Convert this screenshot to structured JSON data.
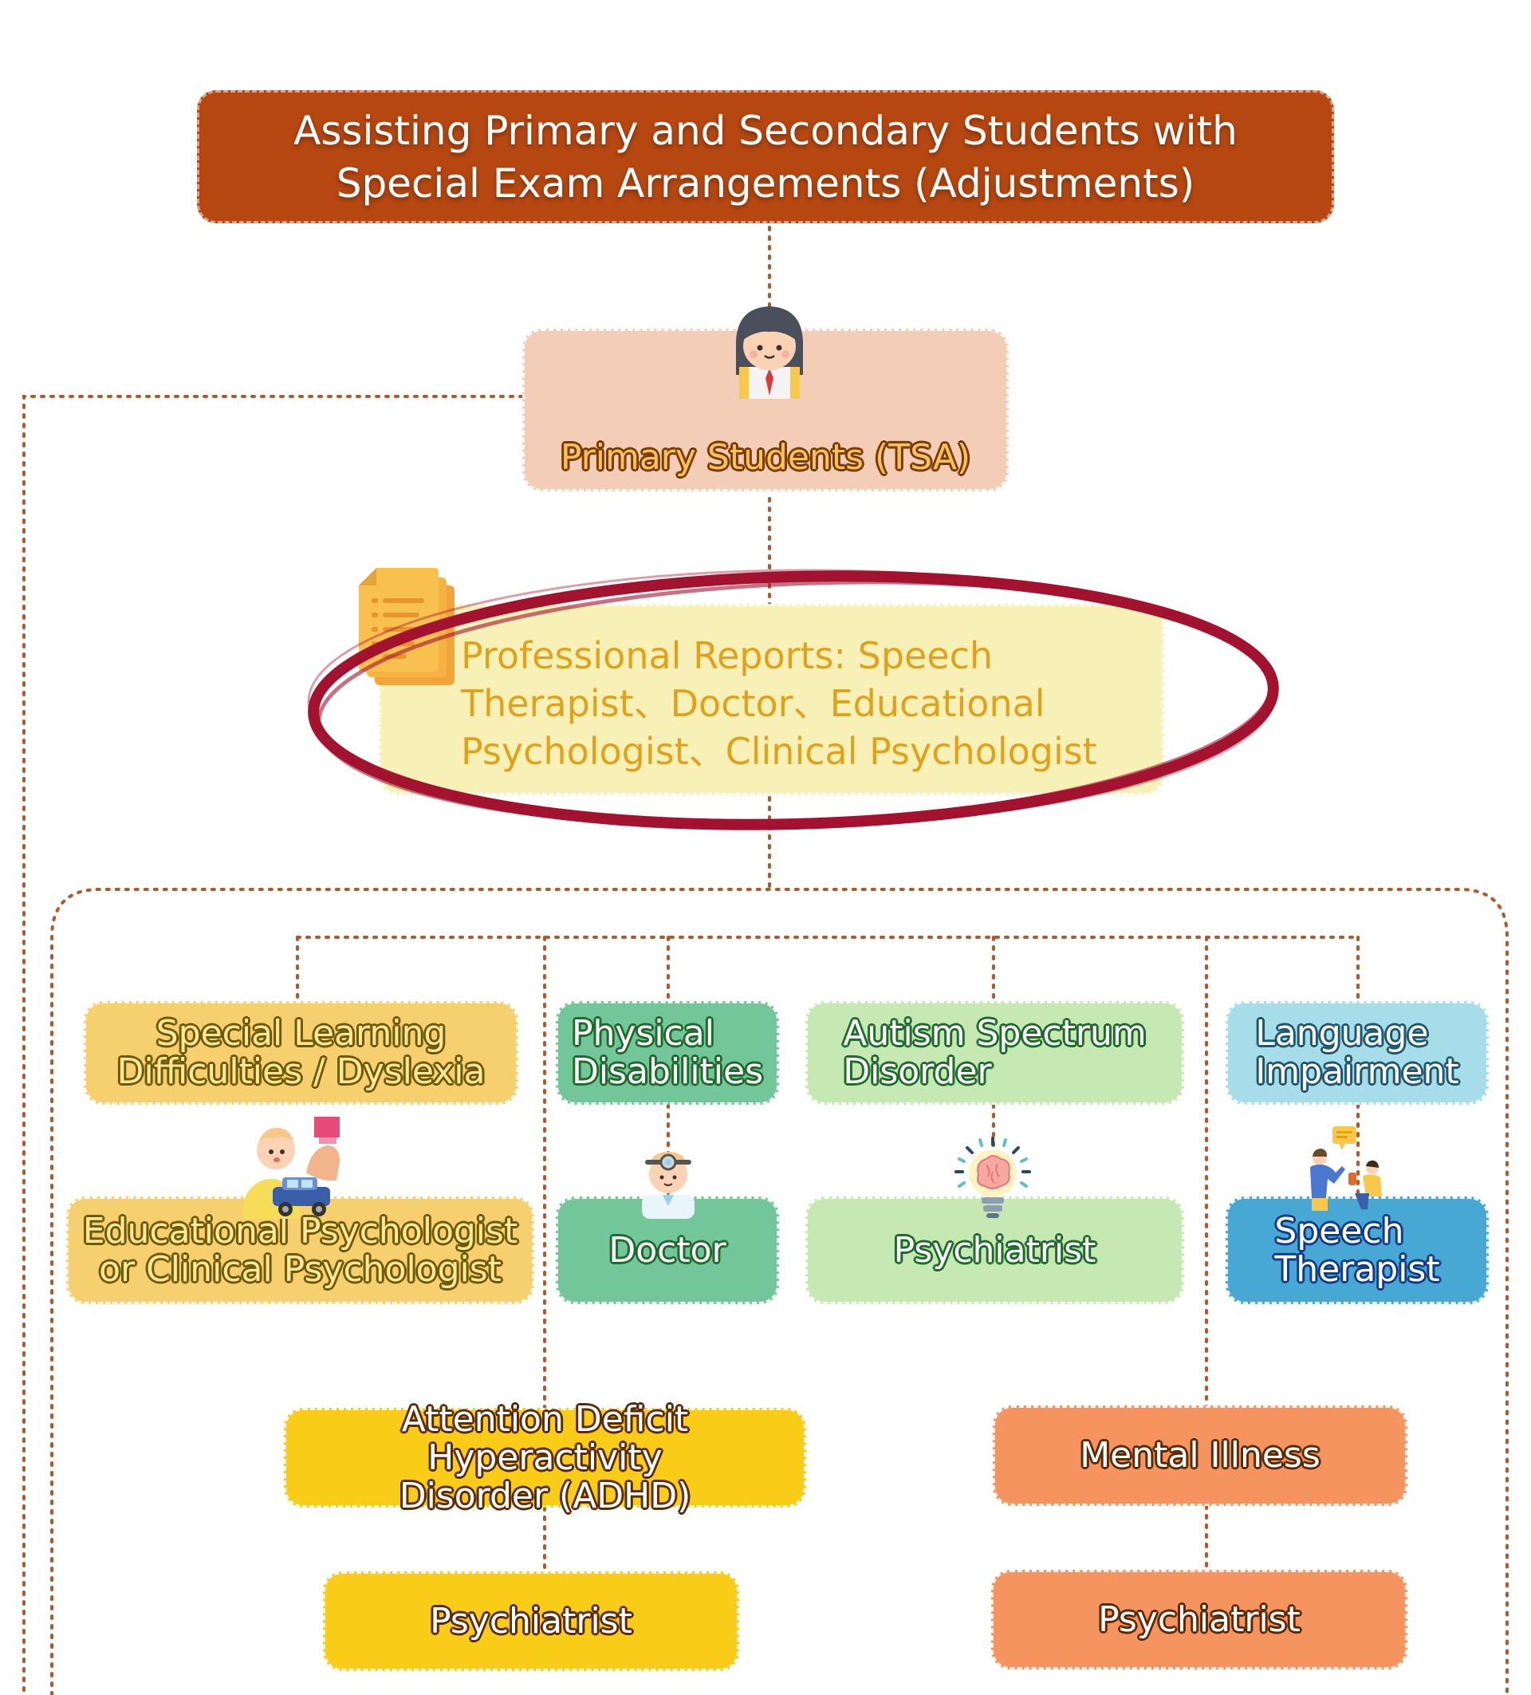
{
  "title": {
    "line1": "Assisting Primary and Secondary Students with",
    "line2": "Special Exam Arrangements (Adjustments)"
  },
  "primary": {
    "label": "Primary Students (TSA)"
  },
  "reports": {
    "line1": "Professional Reports: Speech",
    "line2": "Therapist、Doctor、Educational",
    "line3": "Psychologist、Clinical Psychologist"
  },
  "categories": [
    {
      "line1": "Special Learning",
      "line2": "Difficulties / Dyslexia",
      "professional_line1": "Educational Psychologist",
      "professional_line2": "or Clinical Psychologist"
    },
    {
      "line1": "Physical",
      "line2": "Disabilities",
      "professional": "Doctor"
    },
    {
      "line1": "Autism Spectrum",
      "line2": "Disorder",
      "professional": "Psychiatrist"
    },
    {
      "line1": "Language",
      "line2": "Impairment",
      "professional_line1": "Speech",
      "professional_line2": "Therapist"
    }
  ],
  "adhd": {
    "line1": "Attention Deficit Hyperactivity",
    "line2": "Disorder (ADHD)",
    "professional": "Psychiatrist"
  },
  "mental": {
    "label": "Mental Illness",
    "professional": "Psychiatrist"
  },
  "colors": {
    "title_bg": "#b64711",
    "primary_bg": "#f3cdb5",
    "reports_bg": "#f7f1b8",
    "reports_text": "#e0a21a",
    "ellipse": "#a3122f",
    "connector": "#b05a2a",
    "sld_bg": "#f6cf6e",
    "physical_bg": "#72c69a",
    "autism_bg": "#c6e9b3",
    "language_bg": "#a6dde8",
    "speech_bg": "#48a8d4",
    "adhd_bg": "#f8cc17",
    "mental_bg": "#f69460"
  }
}
